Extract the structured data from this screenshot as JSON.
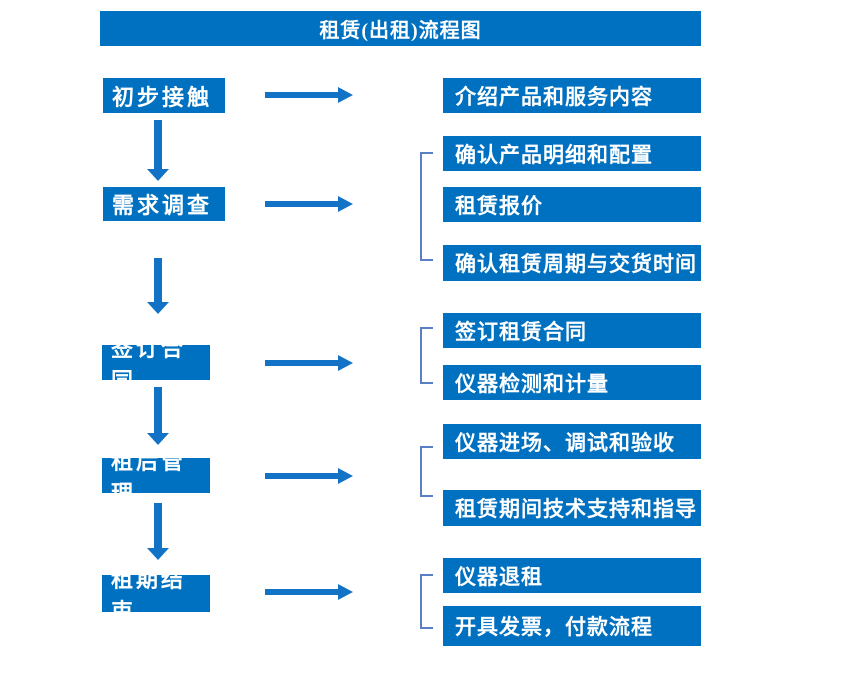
{
  "title": "租赁(出租)流程图",
  "colors": {
    "box_blue": "#0070c0",
    "arrow_blue": "#1273c6",
    "bracket_blue": "#5b7fc4",
    "text_white": "#ffffff",
    "background": "#ffffff"
  },
  "steps": [
    {
      "label": "初步接触",
      "details": [
        "介绍产品和服务内容"
      ]
    },
    {
      "label": "需求调查",
      "details": [
        "确认产品明细和配置",
        "租赁报价",
        "确认租赁周期与交货时间"
      ]
    },
    {
      "label": "签订合同",
      "details": [
        "签订租赁合同",
        "仪器检测和计量"
      ]
    },
    {
      "label": "租后管理",
      "details": [
        "仪器进场、调试和验收",
        "租赁期间技术支持和指导"
      ]
    },
    {
      "label": "租期结束",
      "details": [
        "仪器退租",
        "开具发票，付款流程"
      ]
    }
  ]
}
